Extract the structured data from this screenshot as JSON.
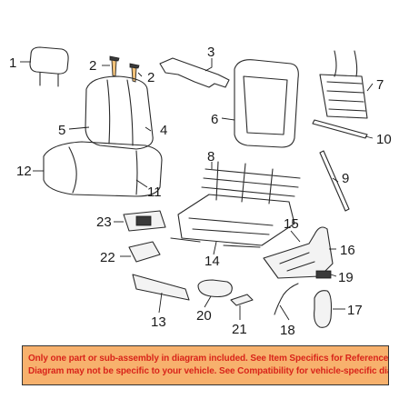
{
  "callouts": {
    "c1": "1",
    "c2a": "2",
    "c2b": "2",
    "c3": "3",
    "c4": "4",
    "c5": "5",
    "c6": "6",
    "c7": "7",
    "c8": "8",
    "c9": "9",
    "c10": "10",
    "c11": "11",
    "c12": "12",
    "c13": "13",
    "c14": "14",
    "c15": "15",
    "c16": "16",
    "c17": "17",
    "c18": "18",
    "c19": "19",
    "c20": "20",
    "c21": "21",
    "c22": "22",
    "c23": "23"
  },
  "disclaimer": {
    "line1": "Only one part or sub-assembly in diagram included. See Item Specifics for Reference #.",
    "line2": "Diagram may not be specific to your vehicle. See Compatibility for vehicle-specific diagrams."
  },
  "colors": {
    "banner_background": "#f7b16d",
    "banner_text": "#d9241a",
    "highlighted_part": "#f2c27a"
  }
}
